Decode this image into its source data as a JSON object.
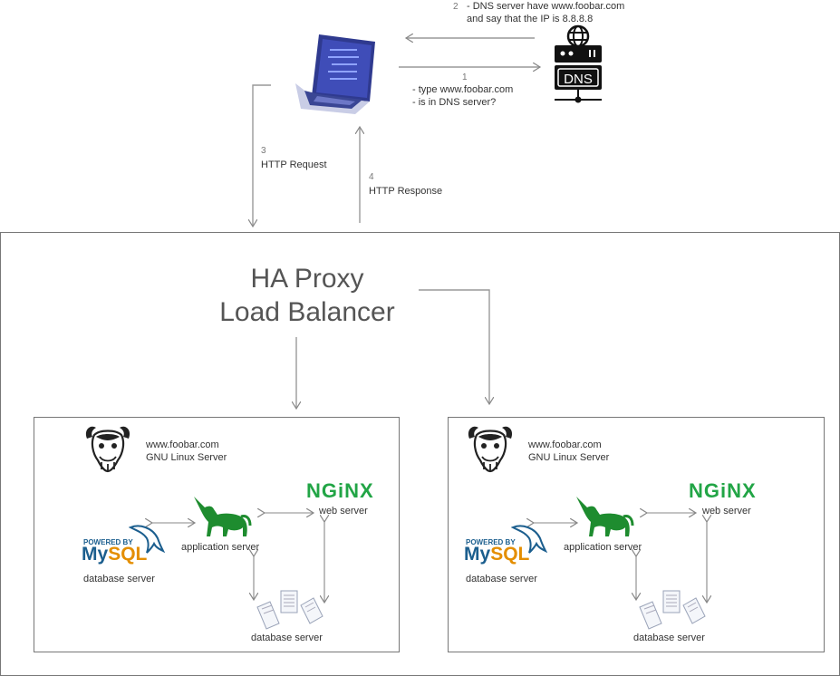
{
  "client": {
    "step1_number": "1",
    "step1_lines": [
      "- type www.foobar.com",
      "- is in DNS server?"
    ],
    "step2_number": "2",
    "step2_lines": [
      "- DNS server have www.foobar.com",
      "and say that the IP is 8.8.8.8"
    ],
    "step3_number": "3",
    "step3_label": "HTTP Request",
    "step4_number": "4",
    "step4_label": "HTTP Response"
  },
  "dns": {
    "icon_text": "DNS"
  },
  "load_balancer": {
    "title_lines": [
      "HA Proxy",
      "Load Balancer"
    ]
  },
  "servers": [
    {
      "domain": "www.foobar.com",
      "os": "GNU Linux Server",
      "web_logo": "NGiNX",
      "web_label": "web server",
      "app_label": "application server",
      "db_logo_powered": "POWERED BY",
      "db_logo_my": "My",
      "db_logo_sql": "SQL",
      "db_label": "database server",
      "files_label": "database server"
    },
    {
      "domain": "www.foobar.com",
      "os": "GNU Linux Server",
      "web_logo": "NGiNX",
      "web_label": "web server",
      "app_label": "application server",
      "db_logo_powered": "POWERED BY",
      "db_logo_my": "My",
      "db_logo_sql": "SQL",
      "db_label": "database server",
      "files_label": "database server"
    }
  ],
  "colors": {
    "nginx": "#22a546",
    "unicorn": "#1e8c2f",
    "mysql_blue": "#1b5e8e",
    "mysql_orange": "#e48e00",
    "arrow": "#888888"
  }
}
